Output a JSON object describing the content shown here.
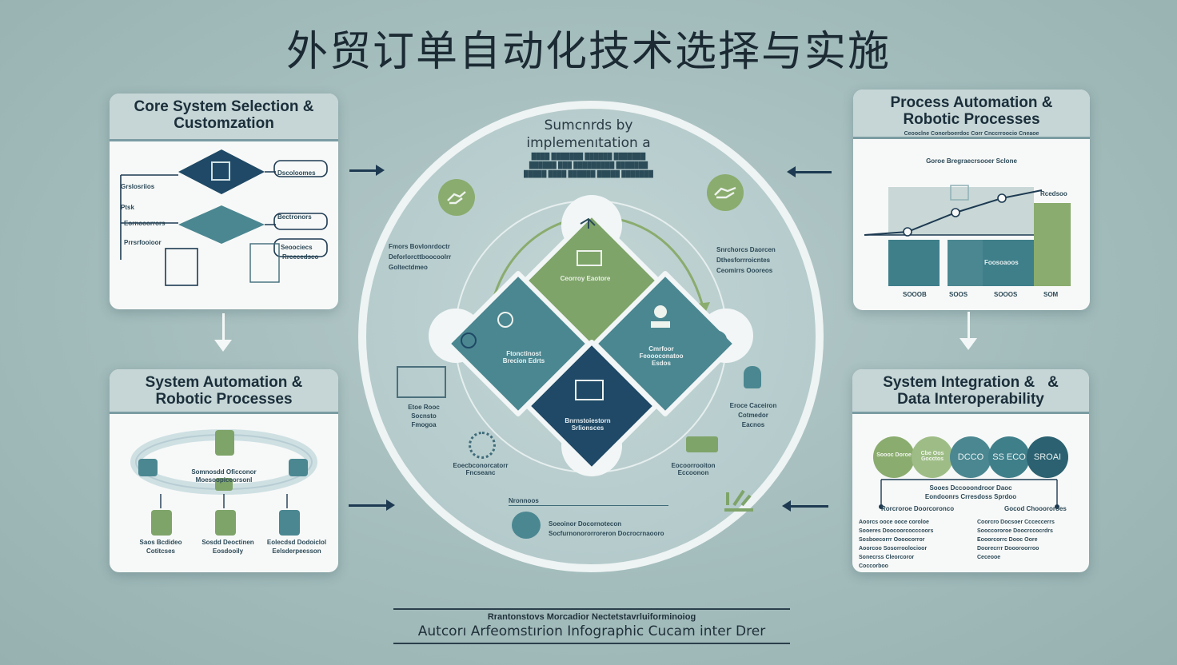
{
  "title": "外贸订单自动化技术选择与实施",
  "center": {
    "heading_line1": "Sumcnrds by",
    "heading_line2": "implemenıtation a",
    "puzzle": {
      "top_label": "Ceorroy Eaotore",
      "left_label": "Ftonctinost Brecion Edrts",
      "right_label": "Cmrfoor Feoooconatoo Esdos",
      "bottom_label": "Bnrnstoiestorn Srlionsces"
    },
    "left_note": "Fmors Bovlonrdoctr Deforlorcttboocoolrr Goltectdmeo",
    "right_note": "Snrchorcs Daorcen Dthesforrroicntes Ceomirrs Oooreos",
    "left_low_note": "Etoe Rooc Socnsto Fmogoa",
    "right_low_note": "Eroce Caceiron Cotmedor Eacnos",
    "bottom_left_label": "Eoecbconorcatorr Fncseanc",
    "bottom_right_label": "Eocoorrooiton Eccoonon",
    "bottom_note": "Soeoinor Docornotecon Socfurnonororroreron Docrocrnaooro",
    "bottom_tag": "Nronnoos"
  },
  "cards": {
    "top_left": {
      "title_line1": "Core System Selection &",
      "title_line2": "Customzation",
      "labels": [
        "Grslosriios",
        "Dscoloomes",
        "Ptsk",
        "Eornooorrors",
        "Prrsrfooioor",
        "Bectronors",
        "Seoociecs",
        "Rrcecedsco"
      ]
    },
    "top_right": {
      "title_line1": "Process Automation &",
      "title_line2": "Robotic Processes",
      "subtitle": "Ceooclne Conorboerdoc Corr Cnccrroocio Cneaoe",
      "chart_title": "Goroe Bregraecrsooer Sclone",
      "chart_data": {
        "type": "bar",
        "categories": [
          "SOOOB",
          "SOOS",
          "SOOOS",
          "SOM"
        ],
        "title": "Goroe Bregraecrsooer Sclone",
        "top_label": "Rcedsoo",
        "bar_label": "Foosoaoos"
      }
    },
    "mid_left": {
      "title_line1": "System Automation &",
      "title_line2": "Robotic Processes",
      "ring_label_line1": "Somnosdd Oficconor",
      "ring_label_line2": "Moesoopiceorsonl",
      "items": [
        {
          "line1": "Saos Bcdideo",
          "line2": "Cotitcses"
        },
        {
          "line1": "Sosdd Deoctinen",
          "line2": "Eosdooily"
        },
        {
          "line1": "Eolecdsd Dodoiclol",
          "line2": "Eelsderpeesson"
        }
      ]
    },
    "mid_right": {
      "title_line1": "System Integration &",
      "title_line1_extra": "&",
      "title_line2": "Data Interoperability",
      "circles": [
        "Soooc Doroe",
        "Cbe Oos Gocctos",
        "DCCO",
        "SS ECO",
        "SROAI"
      ],
      "bar_label1": "Sooes Dccooondroor Daoc",
      "bar_label2": "Eondoonrs Crresdoss Sprdoo",
      "left_title": "Rorcroroe Doorcoronco",
      "right_title": "Gocod Chooororoes",
      "left_lines": [
        "Aoorcs ooce ooce coroloe",
        "Sooeres Doocoorcocccoors",
        "Sosboecorrr Oooocorror",
        "Aoorcoo Sosorroolocioor",
        "Sonecrss Cleorcoror",
        "Coccorboo"
      ],
      "right_lines": [
        "Coorcro Docsoer Ccceccerrs",
        "Sooccororoe Doocrccocrdrs",
        "Eooorcorrc Dooc Oore",
        "Doorecrrr Doooroorroo",
        "Ceceooe"
      ]
    }
  },
  "footer": {
    "line1": "Rrantonstovs Morcadior Nectetstavrluiforminoiog",
    "line2": "Autcorı Arfeomstırion Infographic Cucam inter Drer"
  },
  "colors": {
    "background": "#a3bcbc",
    "navy": "#1d3a52",
    "teal": "#3f7f8a",
    "green": "#8aac6e",
    "card": "#f7f9f8"
  }
}
